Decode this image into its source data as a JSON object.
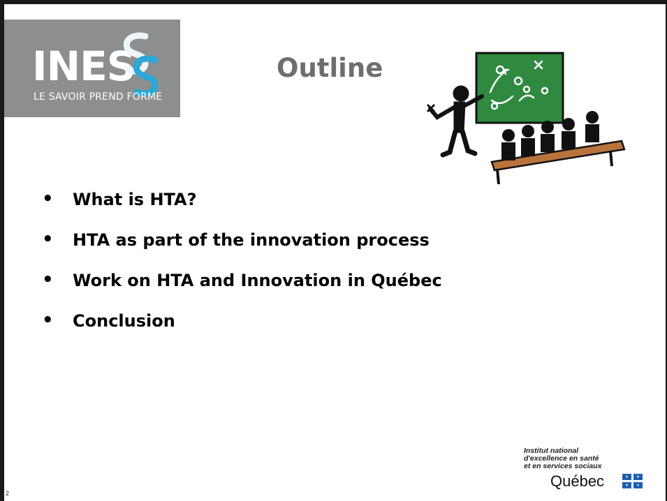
{
  "logo": {
    "brand_text": "INESSS",
    "tagline": "LE SAVOIR PREND FORME",
    "colors": {
      "background": "#8c8e90",
      "text": "#ffffff",
      "accent": "#2aa8d8"
    }
  },
  "slide": {
    "title": "Outline",
    "bullets": [
      "What is HTA?",
      "HTA as part of the innovation process",
      "Work on HTA and Innovation in Québec",
      "Conclusion"
    ],
    "page_number": "2"
  },
  "illustration": {
    "icon": "classroom-teacher-chalkboard-icon",
    "board_color": "#2f8a3f",
    "desk_color": "#b8743a"
  },
  "footer": {
    "line1": "Institut national",
    "line2": "d'excellence en santé",
    "line3": "et en services sociaux",
    "quebec": "Québec",
    "flag_color": "#1f5fae"
  }
}
